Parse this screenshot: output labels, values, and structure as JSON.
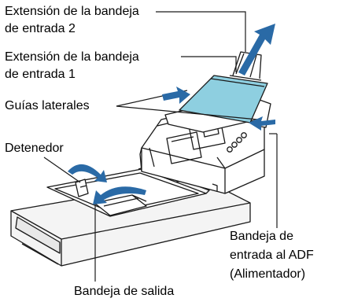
{
  "labels": {
    "ext_tray_2_line1": "Extensión de la bandeja",
    "ext_tray_2_line2": "de entrada 2",
    "ext_tray_1_line1": "Extensión de la bandeja",
    "ext_tray_1_line2": "de entrada 1",
    "side_guides": "Guías laterales",
    "stopper": "Detenedor",
    "adf_tray_line1": "Bandeja de",
    "adf_tray_line2": "entrada al ADF",
    "adf_tray_line3": "(Alimentador)",
    "output_tray": "Bandeja de salida"
  },
  "colors": {
    "paper": "#8ecfe0",
    "arrow": "#2a6aa6",
    "outline": "#1a1a1a"
  }
}
